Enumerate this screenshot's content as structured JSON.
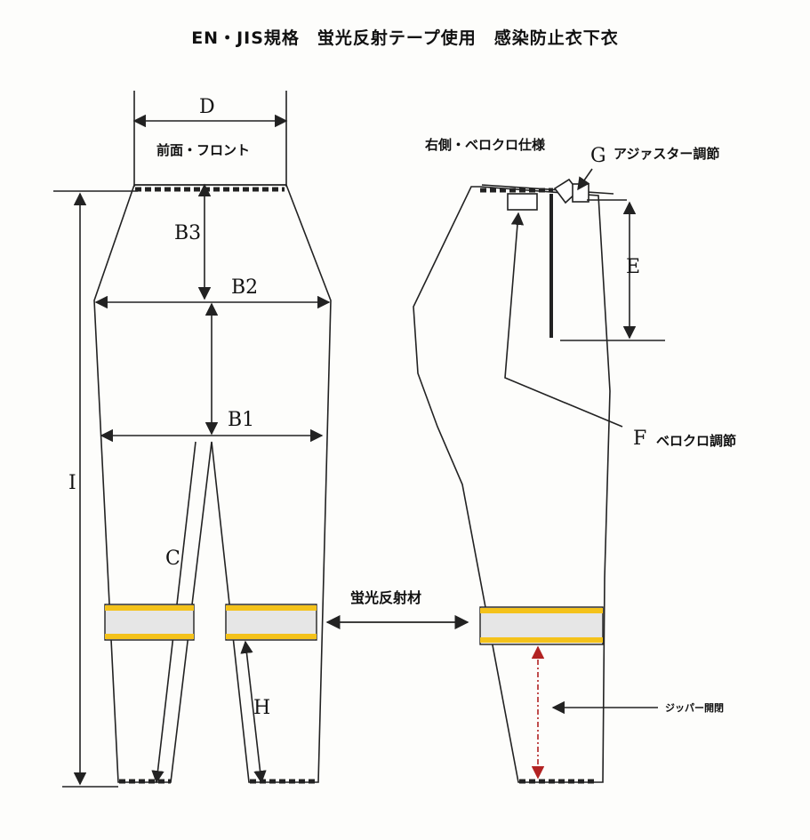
{
  "title": "EN・JIS規格　蛍光反射テープ使用　感染防止衣下衣",
  "front": {
    "panel_label": "前面・フロント",
    "labels": {
      "D": "D",
      "B3": "B3",
      "B2": "B2",
      "B1": "B1",
      "I": "I",
      "C": "C",
      "H": "H"
    }
  },
  "side": {
    "panel_label": "右側・ベロクロ仕様",
    "labels": {
      "G": "G",
      "G_text": "アジァスター調節",
      "E": "E",
      "F": "F",
      "F_text": "ベロクロ調節",
      "zipper": "ジッパー開閉"
    }
  },
  "reflective_label": "蛍光反射材",
  "colors": {
    "reflective_yellow": "#f4c21a",
    "reflective_fill": "#e6e6e6",
    "zipper_line": "#b22222",
    "outline": "#222222"
  }
}
